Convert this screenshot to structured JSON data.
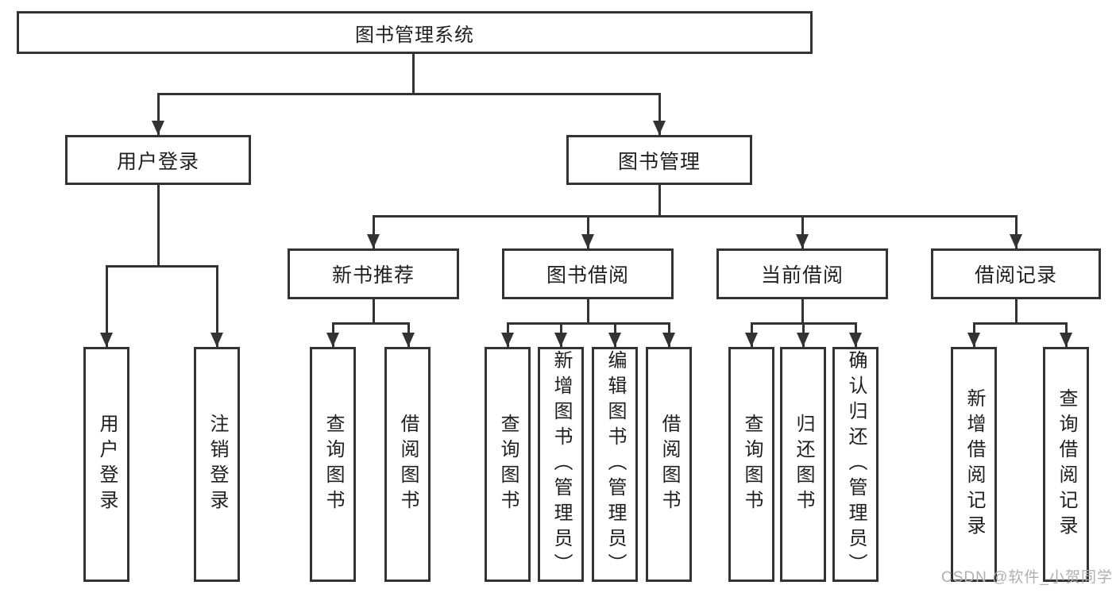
{
  "diagram_title": "图书管理系统",
  "tree": {
    "label": "图书管理系统",
    "children": [
      {
        "label": "用户登录",
        "children": [
          {
            "label": "用户登录"
          },
          {
            "label": "注销登录"
          }
        ]
      },
      {
        "label": "图书管理",
        "children": [
          {
            "label": "新书推荐",
            "children": [
              {
                "label": "查询图书"
              },
              {
                "label": "借阅图书"
              }
            ]
          },
          {
            "label": "图书借阅",
            "children": [
              {
                "label": "查询图书"
              },
              {
                "label": "新增图书（管理员）"
              },
              {
                "label": "编辑图书（管理员）"
              },
              {
                "label": "借阅图书"
              }
            ]
          },
          {
            "label": "当前借阅",
            "children": [
              {
                "label": "查询图书"
              },
              {
                "label": "归还图书"
              },
              {
                "label": "确认归还（管理员）"
              }
            ]
          },
          {
            "label": "借阅记录",
            "children": [
              {
                "label": "新增借阅记录"
              },
              {
                "label": "查询借阅记录"
              }
            ]
          }
        ]
      }
    ]
  },
  "watermark": {
    "text": "CSDN @软件_小贺同学"
  },
  "colors": {
    "line": "#333333",
    "box_border": "#333333",
    "text": "#1f1f1f",
    "watermark": "#b0b0b0",
    "background": "#ffffff"
  }
}
